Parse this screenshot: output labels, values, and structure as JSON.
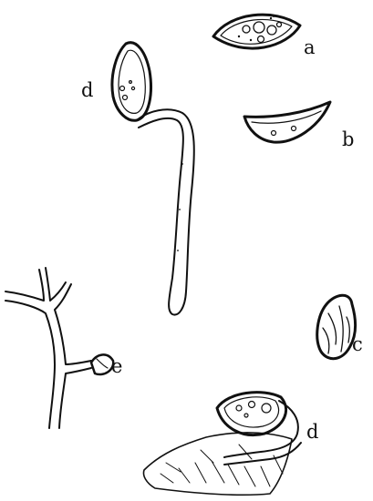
{
  "figure": {
    "ink_color": "#111111",
    "background_color": "#ffffff",
    "labels": {
      "a": "a",
      "b": "b",
      "c": "c",
      "d_upper": "d",
      "d_lower": "d",
      "e": "e"
    }
  }
}
